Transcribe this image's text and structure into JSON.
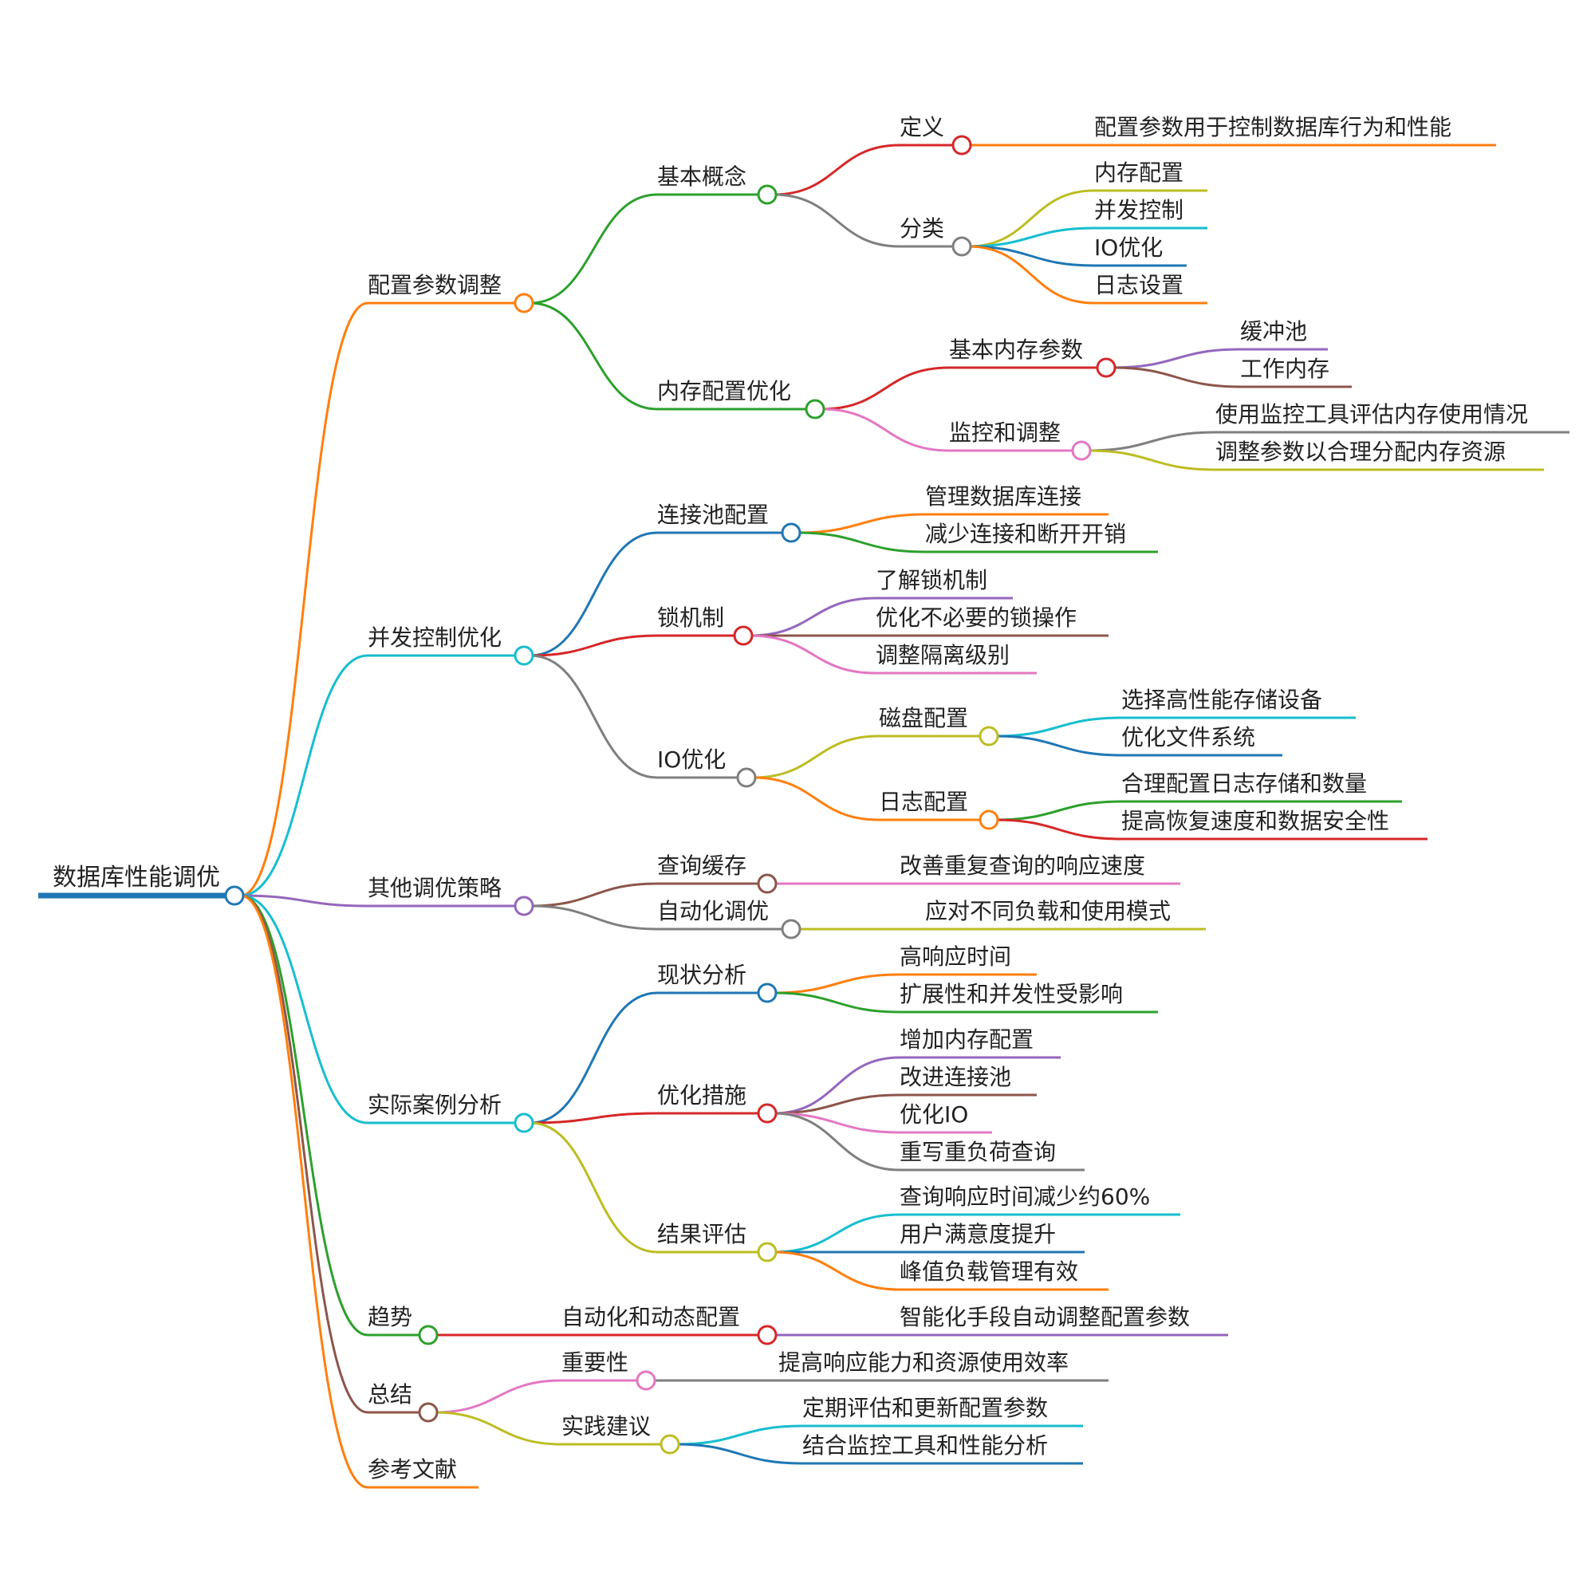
{
  "title": "数据库性能调优",
  "colors": {
    "root": "#1f77b4",
    "orange": "#ff7f0e",
    "green": "#2ca02c",
    "red": "#d62728",
    "purple": "#9467bd",
    "brown": "#8c564b",
    "pink": "#e377c2",
    "gray": "#7f7f7f",
    "olive": "#bcbd22",
    "cyan": "#17becf",
    "blue": "#1f77b4"
  },
  "nodes": {
    "n1": "配置参数调整",
    "n1a": "基本概念",
    "n1a1": "定义",
    "n1a1x": "配置参数用于控制数据库行为和性能",
    "n1a2": "分类",
    "n1a2a": "内存配置",
    "n1a2b": "并发控制",
    "n1a2c": "IO优化",
    "n1a2d": "日志设置",
    "n1b": "内存配置优化",
    "n1b1": "基本内存参数",
    "n1b1a": "缓冲池",
    "n1b1b": "工作内存",
    "n1b2": "监控和调整",
    "n1b2a": "使用监控工具评估内存使用情况",
    "n1b2b": "调整参数以合理分配内存资源",
    "n2": "并发控制优化",
    "n2a": "连接池配置",
    "n2a1": "管理数据库连接",
    "n2a2": "减少连接和断开开销",
    "n2b": "锁机制",
    "n2b1": "了解锁机制",
    "n2b2": "优化不必要的锁操作",
    "n2b3": "调整隔离级别",
    "n2c": "IO优化",
    "n2c1": "磁盘配置",
    "n2c1a": "选择高性能存储设备",
    "n2c1b": "优化文件系统",
    "n2c2": "日志配置",
    "n2c2a": "合理配置日志存储和数量",
    "n2c2b": "提高恢复速度和数据安全性",
    "n3": "其他调优策略",
    "n3a": "查询缓存",
    "n3a1": "改善重复查询的响应速度",
    "n3b": "自动化调优",
    "n3b1": "应对不同负载和使用模式",
    "n4": "实际案例分析",
    "n4a": "现状分析",
    "n4a1": "高响应时间",
    "n4a2": "扩展性和并发性受影响",
    "n4b": "优化措施",
    "n4b1": "增加内存配置",
    "n4b2": "改进连接池",
    "n4b3": "优化IO",
    "n4b4": "重写重负荷查询",
    "n4c": "结果评估",
    "n4c1": "查询响应时间减少约60%",
    "n4c2": "用户满意度提升",
    "n4c3": "峰值负载管理有效",
    "n5": "趋势",
    "n5a": "自动化和动态配置",
    "n5a1": "智能化手段自动调整配置参数",
    "n6": "总结",
    "n6a": "重要性",
    "n6a1": "提高响应能力和资源使用效率",
    "n6b": "实践建议",
    "n6b1": "定期评估和更新配置参数",
    "n6b2": "结合监控工具和性能分析",
    "n7": "参考文献"
  }
}
